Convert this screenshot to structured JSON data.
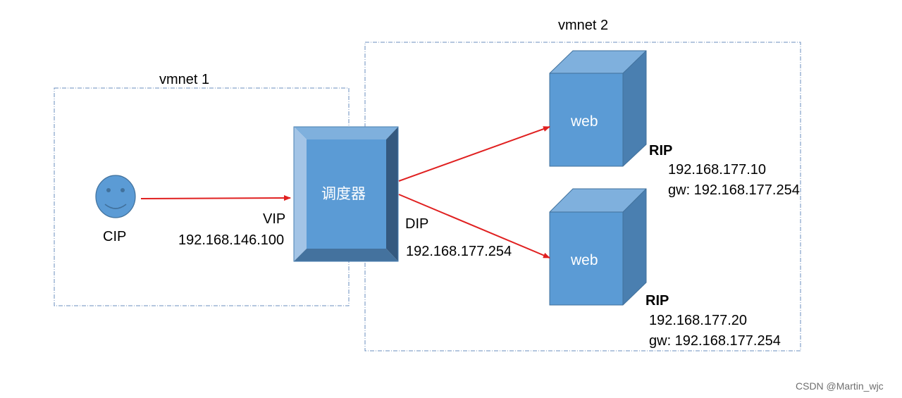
{
  "zones": {
    "vmnet1": "vmnet 1",
    "vmnet2": "vmnet 2"
  },
  "client": {
    "label": "CIP",
    "icon": "smiley-face-icon"
  },
  "scheduler": {
    "label": "调度器",
    "vip_label": "VIP",
    "vip_ip": "192.168.146.100",
    "dip_label": "DIP",
    "dip_ip": "192.168.177.254"
  },
  "servers": [
    {
      "label": "web",
      "rip_label": "RIP",
      "ip": "192.168.177.10",
      "gw": "gw: 192.168.177.254"
    },
    {
      "label": "web",
      "rip_label": "RIP",
      "ip": "192.168.177.20",
      "gw": "gw: 192.168.177.254"
    }
  ],
  "watermark": "CSDN @Martin_wjc",
  "colors": {
    "box_front": "#5b9bd5",
    "box_top": "#7fb0dd",
    "box_side": "#4a7fb0",
    "arrow": "#e02020",
    "zone_border": "#6b8fbf"
  }
}
